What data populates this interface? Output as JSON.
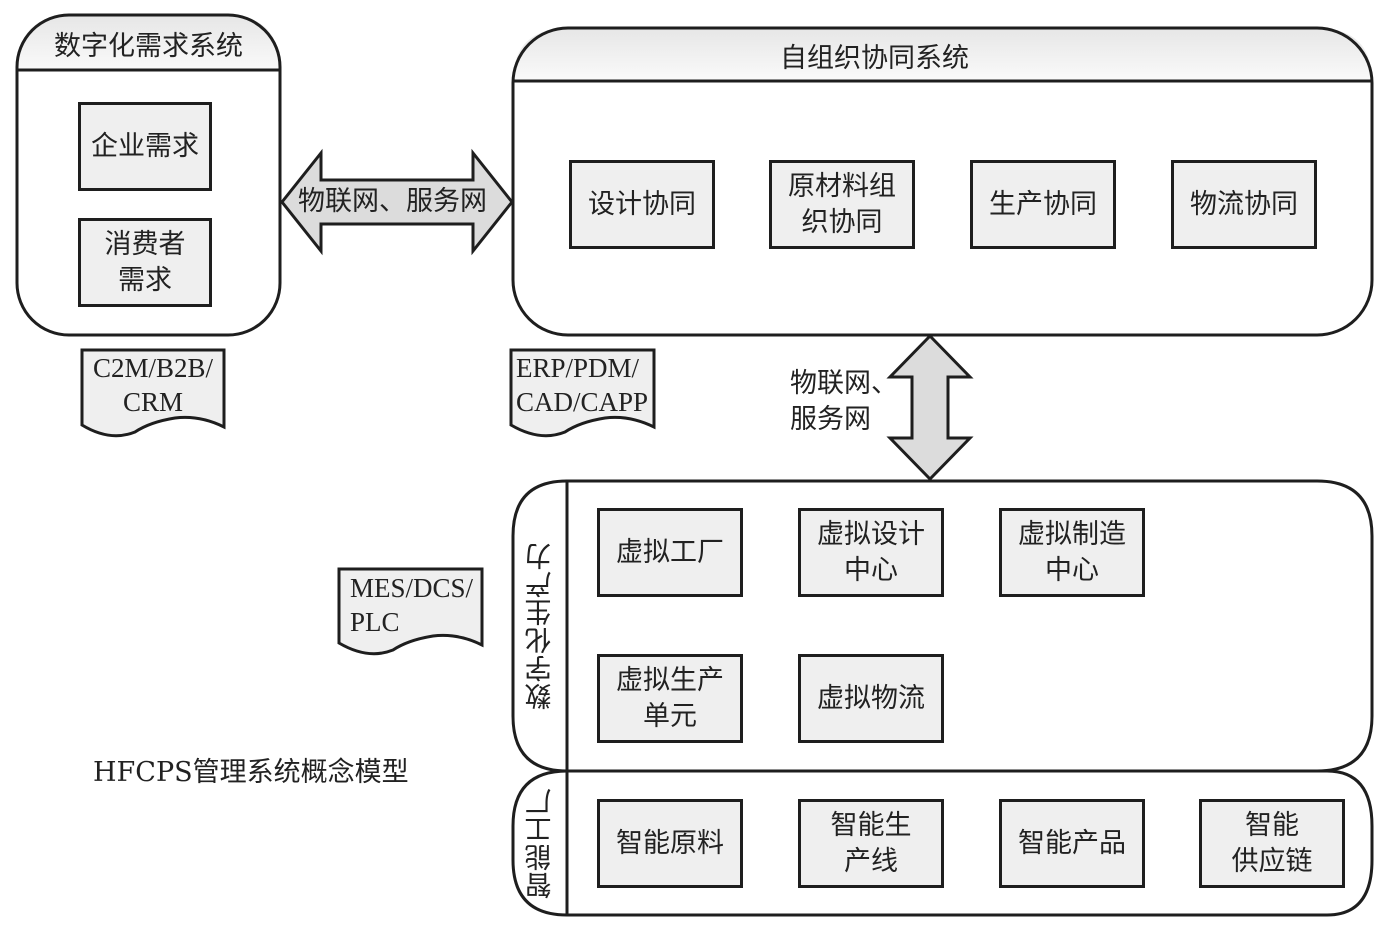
{
  "diagram": {
    "caption": "HFCPS管理系统概念模型",
    "demand_system": {
      "title": "数字化需求系统",
      "items": [
        "企业需求",
        "消费者\n需求"
      ],
      "doc_tag": "C2M/B2B/\nCRM"
    },
    "link_horizontal": {
      "label": "物联网、服务网"
    },
    "self_org_system": {
      "title": "自组织协同系统",
      "items": [
        "设计协同",
        "原材料组\n织协同",
        "生产协同",
        "物流协同"
      ],
      "doc_tag": "ERP/PDM/\nCAD/CAPP"
    },
    "link_vertical": {
      "label": "物联网、\n服务网"
    },
    "digital_productivity": {
      "title": "数字化生产力",
      "items": [
        "虚拟工厂",
        "虚拟设计\n中心",
        "虚拟制造\n中心",
        "虚拟生产\n单元",
        "虚拟物流"
      ],
      "doc_tag": "MES/DCS/\nPLC"
    },
    "smart_factory": {
      "title": "智能工厂",
      "items": [
        "智能原料",
        "智能生\n产线",
        "智能产品",
        "智能\n供应链"
      ]
    },
    "colors": {
      "stroke": "#1e1e1e",
      "box_fill": "#efefef",
      "arrow_fill": "#dcdcdc"
    }
  }
}
